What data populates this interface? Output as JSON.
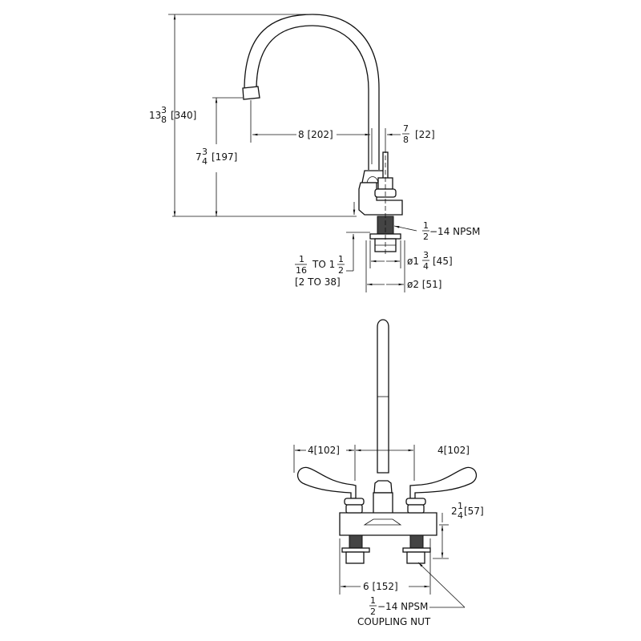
{
  "side_view": {
    "overall_height": {
      "whole": "13",
      "num": "3",
      "den": "8",
      "metric": "[340]"
    },
    "spout_height": {
      "whole": "7",
      "num": "3",
      "den": "4",
      "metric": "[197]"
    },
    "spout_reach": "8 [202]",
    "tube_offset": {
      "num": "7",
      "den": "8",
      "metric": "[22]"
    },
    "thread": {
      "num": "1",
      "den": "2",
      "rest": "−14 NPSM"
    },
    "deck_range": {
      "num1": "1",
      "den1": "16",
      "mid": "TO 1",
      "num2": "1",
      "den2": "2",
      "metric": "[2 TO 38]"
    },
    "shank_diameter": {
      "prefix": "ø1",
      "num": "3",
      "den": "4",
      "metric": "[45]"
    },
    "base_diameter": "ø2 [51]"
  },
  "front_view": {
    "left_spacing": "4[102]",
    "right_spacing": "4[102]",
    "center_spacing": "6 [152]",
    "shank_height": {
      "whole": "2",
      "num": "1",
      "den": "4",
      "metric": "[57]"
    },
    "coupling": {
      "num": "1",
      "den": "2",
      "rest": "−14 NPSM",
      "line2": "COUPLING NUT"
    }
  }
}
